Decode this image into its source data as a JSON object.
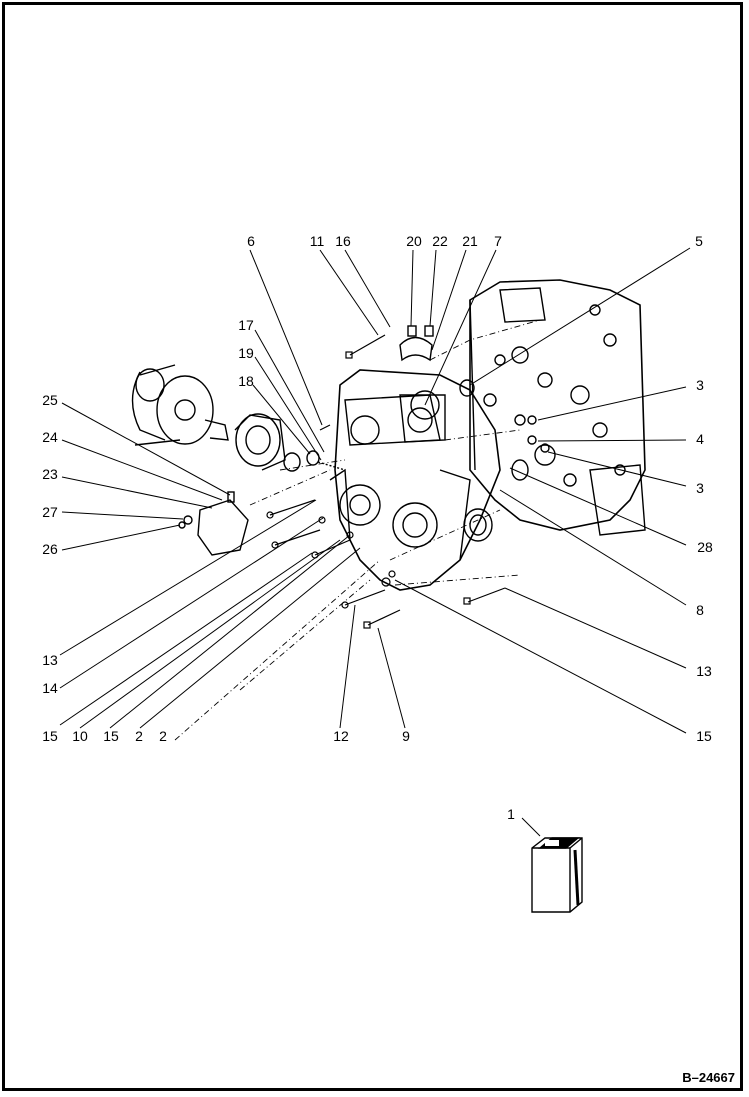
{
  "drawing_id": "B–24667",
  "callouts": [
    "6",
    "11",
    "16",
    "20",
    "22",
    "21",
    "7",
    "5",
    "17",
    "19",
    "18",
    "25",
    "24",
    "23",
    "27",
    "26",
    "3",
    "4",
    "3",
    "28",
    "8",
    "13",
    "13",
    "14",
    "15",
    "10",
    "15",
    "2",
    "2",
    "12",
    "9",
    "15",
    "1"
  ]
}
